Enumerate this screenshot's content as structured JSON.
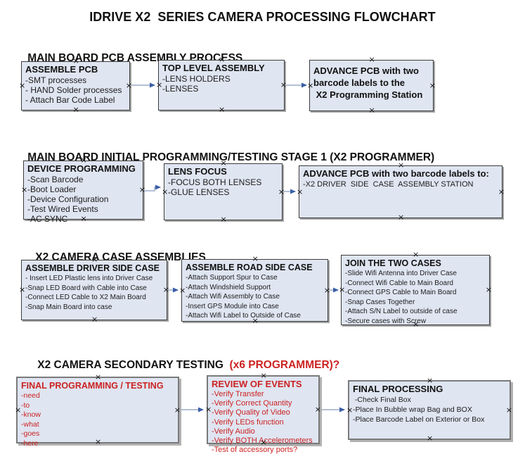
{
  "title": "IDRIVE X2  SERIES CAMERA PROCESSING FLOWCHART",
  "colors": {
    "box_fill": "#dfe5f1",
    "box_border": "#3c3c3c",
    "stage4_border": "#7a7a7a",
    "red_text": "#cc2222",
    "arrow_line": "#9bacc9",
    "arrow_head": "#3a5fa5"
  },
  "sections": [
    {
      "header": "MAIN BOARD PCB ASSEMBLY PROCESS",
      "boxes": [
        {
          "title": "ASSEMBLE PCB",
          "items": [
            "-SMT processes",
            "- HAND Solder processes",
            "- Attach Bar Code Label"
          ]
        },
        {
          "title": "TOP LEVEL ASSEMBLY",
          "items": [
            "-LENS HOLDERS",
            "-LENSES"
          ]
        },
        {
          "title": "ADVANCE PCB with two\nbarcode labels to the\n X2 Programming Station",
          "items": []
        }
      ]
    },
    {
      "header": "MAIN BOARD INITIAL PROGRAMMING/TESTING STAGE 1 (X2 PROGRAMMER)",
      "boxes": [
        {
          "title": "DEVICE PROGRAMMING",
          "items": [
            "-Scan Barcode",
            "-Boot Loader",
            "-Device Configuration",
            "-Test Wired Events",
            "-AC SYNC"
          ]
        },
        {
          "title": "LENS FOCUS",
          "items": [
            "-FOCUS BOTH LENSES",
            "-GLUE LENSES"
          ]
        },
        {
          "title": "ADVANCE PCB with two barcode labels to:",
          "items": [
            "-X2 DRIVER  SIDE  CASE  ASSEMBLY STATION"
          ]
        }
      ]
    },
    {
      "header": "X2 CAMERA CASE ASSEMBLIES",
      "boxes": [
        {
          "title": "ASSEMBLE DRIVER SIDE CASE",
          "items": [
            "- Insert LED Plastic lens into Driver Case",
            "-Snap LED Board with Cable into Case",
            "-Connect LED Cable to X2 Main Board",
            "-Snap Main Board into case"
          ]
        },
        {
          "title": "ASSEMBLE ROAD SIDE CASE",
          "items": [
            "-Attach Support Spur to Case",
            "-Attach Windshield Support",
            "-Attach Wifi Assembly to Case",
            "-Insert GPS Module into Case",
            "-Attach Wifi Label to Outside of Case"
          ]
        },
        {
          "title": "JOIN THE TWO CASES",
          "items": [
            "-Slide Wifi Antenna into Driver Case",
            "-Connect Wifi Cable to Main Board",
            "-Connect GPS Cable to Main Board",
            "-Snap Cases Together",
            "-Attach S/N Label to outside of case",
            "-Secure cases with Screw"
          ]
        }
      ]
    },
    {
      "header": "X2 CAMERA SECONDARY TESTING ",
      "header_red": " (x6 PROGRAMMER)?",
      "boxes": [
        {
          "title": "FINAL PROGRAMMING / TESTING",
          "items": [
            "-need",
            "-to",
            "-know",
            "-what",
            "-goes",
            "-here"
          ]
        },
        {
          "title": "REVIEW OF EVENTS",
          "items": [
            "-Verify Transfer",
            "-Verify Correct Quantity",
            "-Verify Quality of Video",
            "-Verify LEDs function",
            "-Verify Audio",
            "-Verify BOTH Accelerometers",
            "-Test of accessory ports?"
          ]
        },
        {
          "title": "FINAL PROCESSING",
          "items": [
            " -Check Final Box",
            "-Place In Bubble wrap Bag and BOX",
            "-Place Barcode Label on Exterior or Box"
          ]
        }
      ]
    }
  ]
}
